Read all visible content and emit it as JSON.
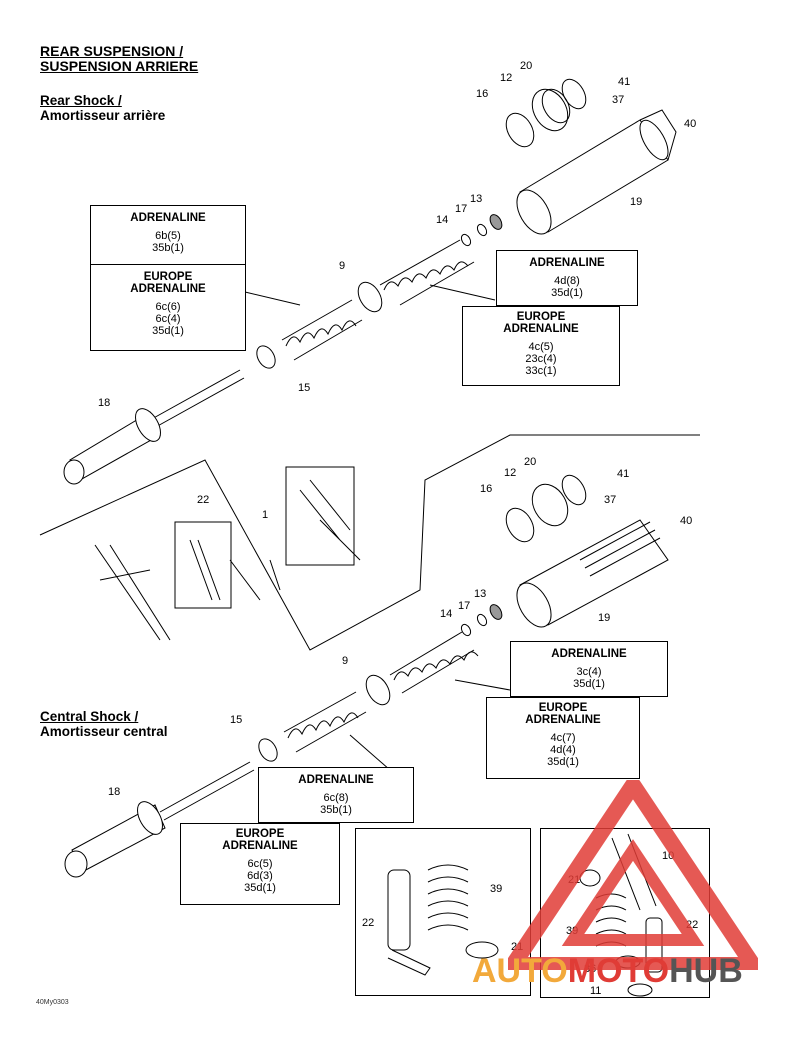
{
  "title": {
    "line1": "REAR SUSPENSION /",
    "line2": "SUSPENSION ARRIERE"
  },
  "sections": {
    "rear": {
      "line1": "Rear Shock /",
      "line2": "Amortisseur arrière"
    },
    "central": {
      "line1": "Central Shock /",
      "line2": "Amortisseur central"
    }
  },
  "spec_boxes": {
    "rear_left": {
      "a_title": "ADRENALINE",
      "a_l1": "6b(5)",
      "a_l2": "35b(1)",
      "b_title1": "EUROPE",
      "b_title2": "ADRENALINE",
      "b_l1": "6c(6)",
      "b_l2": "6c(4)",
      "b_l3": "35d(1)"
    },
    "rear_right_a": {
      "title": "ADRENALINE",
      "l1": "4d(8)",
      "l2": "35d(1)"
    },
    "rear_right_b": {
      "title1": "EUROPE",
      "title2": "ADRENALINE",
      "l1": "4c(5)",
      "l2": "23c(4)",
      "l3": "33c(1)"
    },
    "central_right_a": {
      "title": "ADRENALINE",
      "l1": "3c(4)",
      "l2": "35d(1)"
    },
    "central_right_b": {
      "title1": "EUROPE",
      "title2": "ADRENALINE",
      "l1": "4c(7)",
      "l2": "4d(4)",
      "l3": "35d(1)"
    },
    "central_mid": {
      "title": "ADRENALINE",
      "l1": "6c(8)",
      "l2": "35b(1)"
    },
    "central_left": {
      "title1": "EUROPE",
      "title2": "ADRENALINE",
      "l1": "6c(5)",
      "l2": "6d(3)",
      "l3": "35d(1)"
    }
  },
  "part_labels": {
    "rear": [
      "20",
      "12",
      "16",
      "41",
      "37",
      "40",
      "19",
      "13",
      "17",
      "14",
      "9",
      "15",
      "18"
    ],
    "mid": [
      "22",
      "1"
    ],
    "central": [
      "20",
      "12",
      "16",
      "41",
      "37",
      "40",
      "19",
      "13",
      "17",
      "14",
      "9",
      "15",
      "18"
    ],
    "inset_left": [
      "39",
      "22",
      "21"
    ],
    "inset_right": [
      "10",
      "21",
      "22",
      "39",
      "36",
      "11"
    ]
  },
  "figure_code": "40My0303",
  "watermark": {
    "part1": "AUTO",
    "part2": "MOTO",
    "part3": "HUB"
  },
  "colors": {
    "ink": "#000000",
    "watermark_red": "#e03c36",
    "watermark_orange": "#f2a93b",
    "watermark_gray": "#555555"
  }
}
